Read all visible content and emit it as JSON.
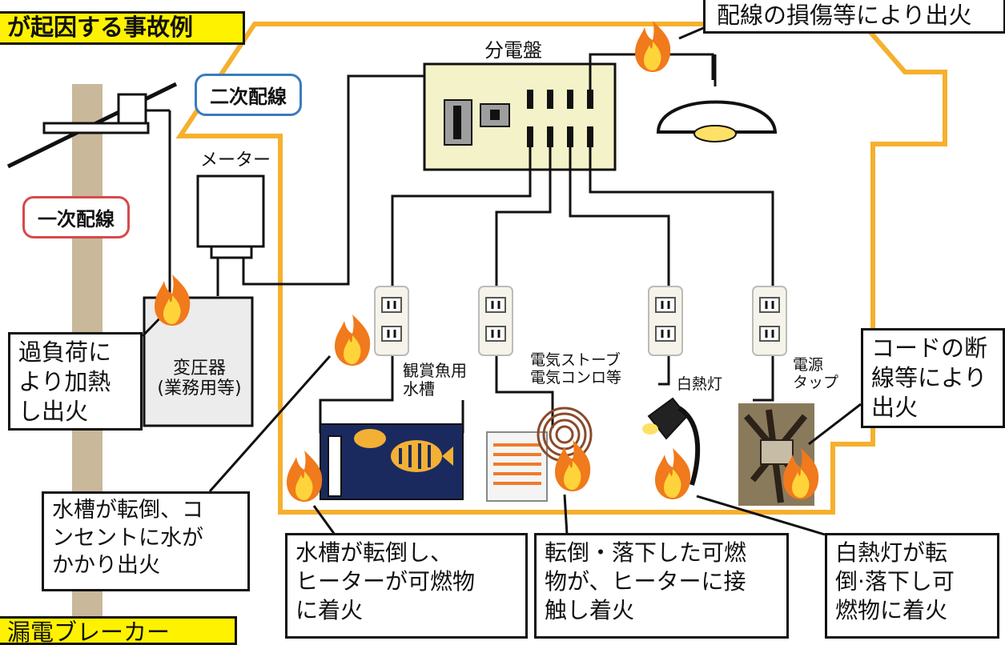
{
  "title_banner": "が起因する事故例",
  "bottom_banner": "漏電ブレーカー",
  "fire_callout_top": "配線の損傷等により出火",
  "labels": {
    "panel": "分電盤",
    "meter": "メーター",
    "secondary_wiring": "二次配線",
    "primary_wiring": "一次配線",
    "transformer_line1": "変圧器",
    "transformer_line2": "(業務用等)",
    "aquarium_line1": "観賞魚用",
    "aquarium_line2": "水槽",
    "stove_line1": "電気ストーブ",
    "stove_line2": "電気コンロ等",
    "lamp": "白熱灯",
    "power_tap_line1": "電源",
    "power_tap_line2": "タップ"
  },
  "notes": {
    "overload": [
      "過負荷に",
      "より加熱",
      "し出火"
    ],
    "cord": [
      "コードの断",
      "線等により",
      "出火"
    ],
    "aquarium_outlet": [
      "水槽が転倒、コ",
      "ンセントに水が",
      "かかり出火"
    ],
    "aquarium_heater": [
      "水槽が転倒し、",
      "ヒーターが可燃物",
      "に着火"
    ],
    "fallen_object": [
      "転倒・落下した可燃",
      "物が、ヒーターに接",
      "触し着火"
    ],
    "lamp_fall": [
      "白熱灯が転",
      "倒·落下し可",
      "燃物に着火"
    ]
  },
  "colors": {
    "house_outline": "#f5b02e",
    "house_fill": "#ffffff",
    "banner_yellow": "#fff200",
    "panel_fill": "#f4f2c8",
    "pole": "#c9b89a",
    "secondary_border": "#3a7bbf",
    "primary_border": "#d64a4a",
    "flame": "#f07a1c"
  }
}
